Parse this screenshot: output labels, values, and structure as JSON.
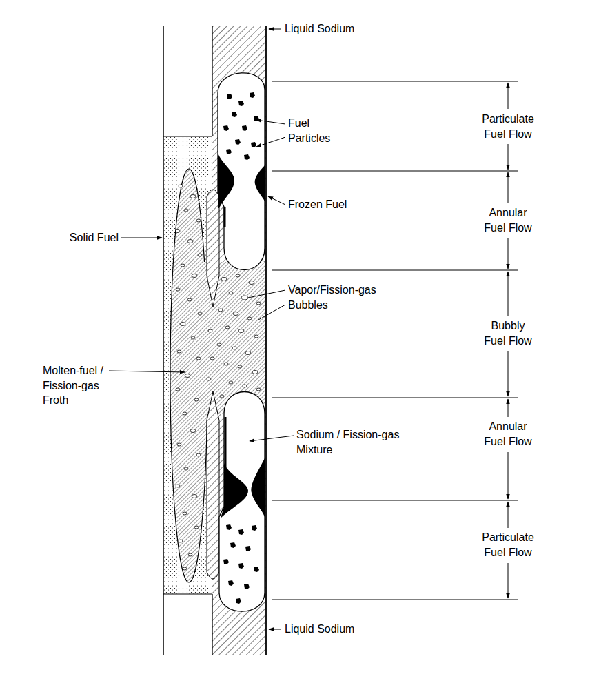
{
  "diagram": {
    "labels": [
      "Liquid Sodium",
      "Fuel Particles",
      "Frozen Fuel",
      "Solid Fuel",
      "Vapor/Fission-gas Bubbles",
      "Molten-fuel / Fission-gas Froth",
      "Sodium / Fission-gas Mixture",
      "Liquid Sodium",
      "Particulate Fuel Flow",
      "Annular Fuel Flow",
      "Bubbly Fuel Flow",
      "Annular Fuel Flow",
      "Particulate Fuel Flow"
    ]
  }
}
